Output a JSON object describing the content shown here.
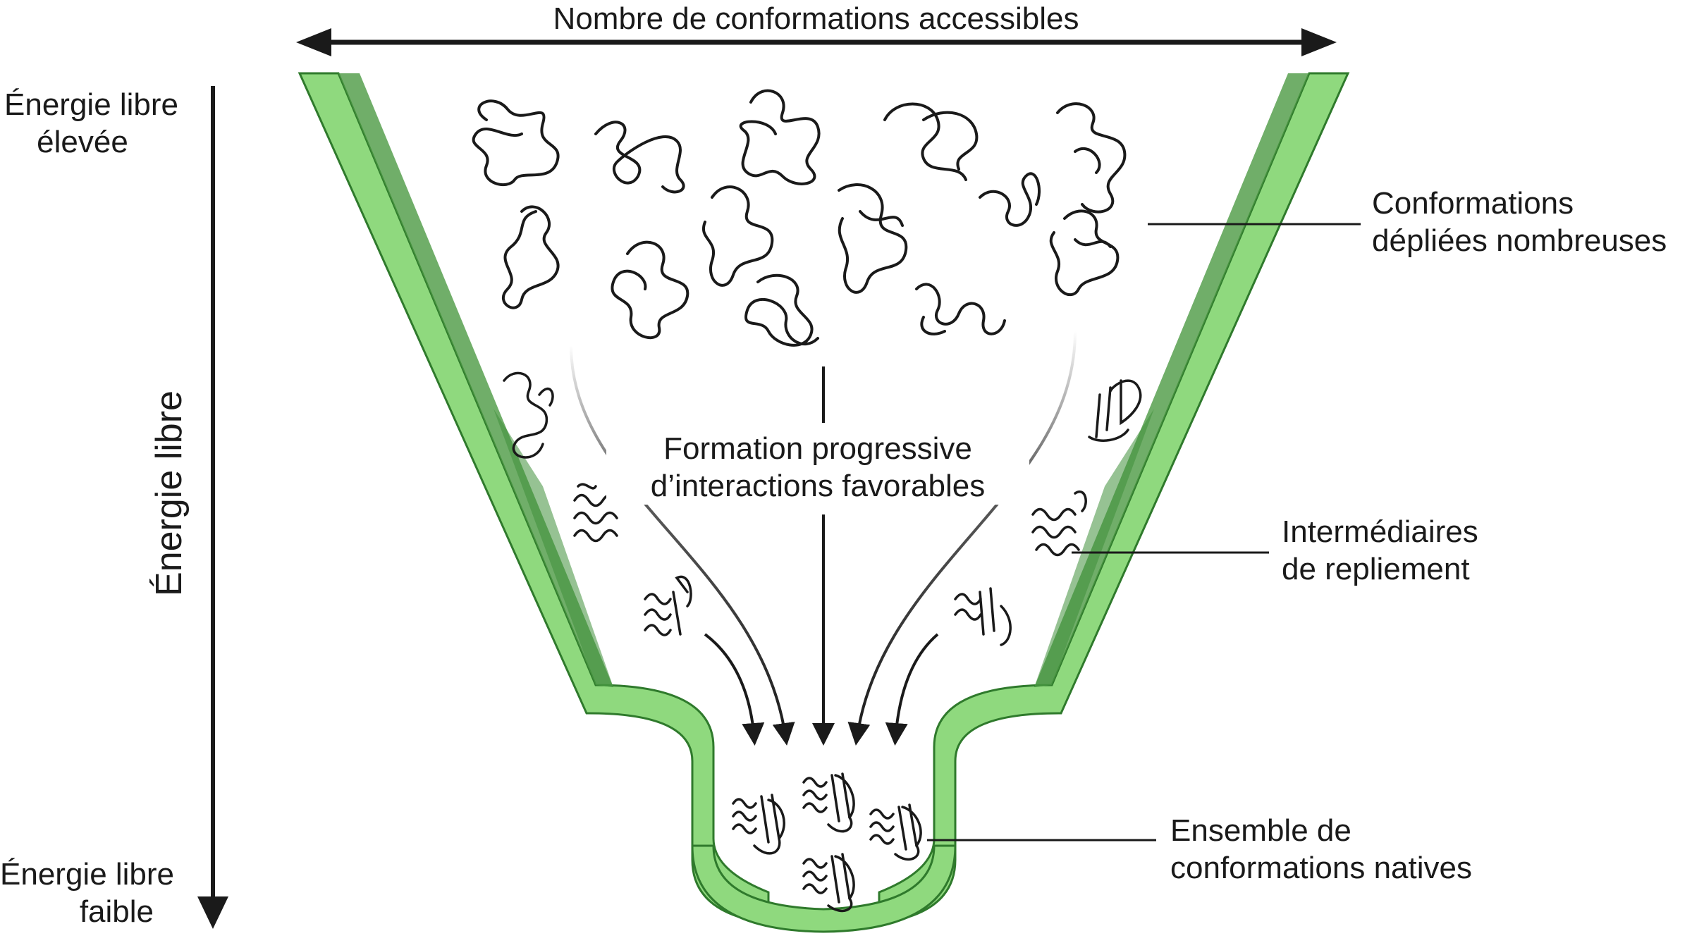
{
  "diagram": {
    "title": "Nombre de conformations accessibles",
    "axis_top_label": [
      "Énergie libre",
      "élevée"
    ],
    "axis_bottom_label": [
      "Énergie libre",
      "faible"
    ],
    "axis_label": "Énergie libre",
    "center_label": [
      "Formation progressive",
      "d’interactions favorables"
    ],
    "callouts": [
      {
        "id": "unfolded",
        "lines": [
          "Conformations",
          "dépliées nombreuses"
        ]
      },
      {
        "id": "intermediates",
        "lines": [
          "Intermédiaires",
          "de repliement"
        ]
      },
      {
        "id": "native",
        "lines": [
          "Ensemble de",
          "conformations natives"
        ]
      }
    ],
    "colors": {
      "funnel_light": "#8fd97e",
      "funnel_mid": "#6cc75a",
      "funnel_dark": "#3f8f3a",
      "funnel_outline": "#2f7a2c",
      "ink": "#1a1a1a"
    }
  }
}
